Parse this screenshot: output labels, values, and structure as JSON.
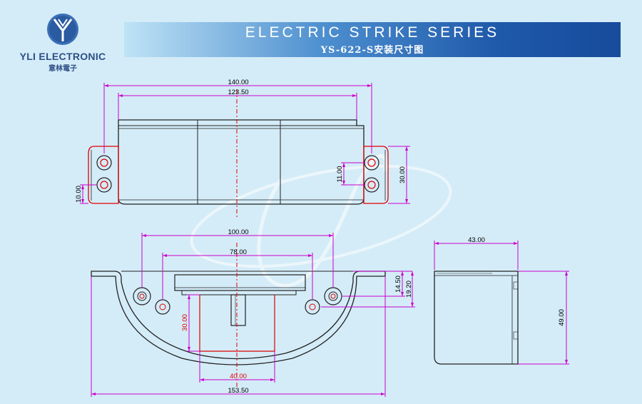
{
  "brand": {
    "name": "YLI ELECTRONIC",
    "name_cn": "意林電子",
    "watermark": "ylic"
  },
  "banner": {
    "title": "ELECTRIC STRIKE SERIES",
    "subtitle": "YS-622-S安装尺寸图"
  },
  "dimensions": {
    "top_overall": "140.00",
    "top_body": "123.50",
    "hole_spacing": "11.00",
    "flange_height": "30.00",
    "hole_offset": "10.00",
    "front_hole_span": "100.00",
    "front_inner_span": "78.00",
    "front_depth_1": "14.50",
    "front_depth_2": "19.20",
    "box_height": "30.00",
    "box_width": "40.00",
    "front_overall": "153.50",
    "side_width": "43.00",
    "side_height": "49.00"
  },
  "colors": {
    "dimension": "#cc00cc",
    "outline": "#222222",
    "centerline": "#e00000",
    "highlight": "#e00000"
  }
}
